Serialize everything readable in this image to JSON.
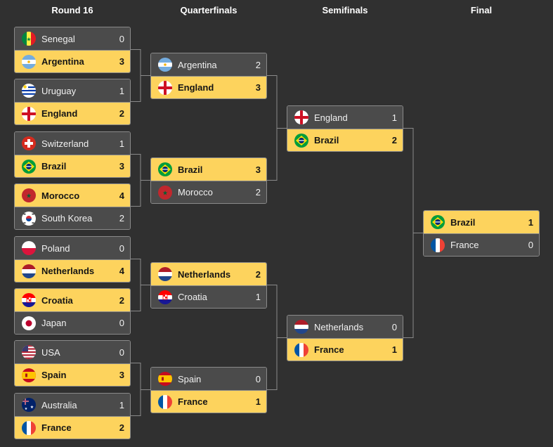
{
  "rounds": [
    "Round 16",
    "Quarterfinals",
    "Semifinals",
    "Final"
  ],
  "colors": {
    "background": "#303030",
    "winner_row": "#fdd35d",
    "loser_row": "#4b4b4b",
    "border": "#8a8a8a"
  },
  "r16": [
    {
      "teams": [
        {
          "name": "Senegal",
          "flag": "senegal",
          "score": "0",
          "win": false
        },
        {
          "name": "Argentina",
          "flag": "argentina",
          "score": "3",
          "win": true
        }
      ]
    },
    {
      "teams": [
        {
          "name": "Uruguay",
          "flag": "uruguay",
          "score": "1",
          "win": false
        },
        {
          "name": "England",
          "flag": "england",
          "score": "2",
          "win": true
        }
      ]
    },
    {
      "teams": [
        {
          "name": "Switzerland",
          "flag": "switzerland",
          "score": "1",
          "win": false
        },
        {
          "name": "Brazil",
          "flag": "brazil",
          "score": "3",
          "win": true
        }
      ]
    },
    {
      "teams": [
        {
          "name": "Morocco",
          "flag": "morocco",
          "score": "4",
          "win": true
        },
        {
          "name": "South Korea",
          "flag": "south-korea",
          "score": "2",
          "win": false
        }
      ]
    },
    {
      "teams": [
        {
          "name": "Poland",
          "flag": "poland",
          "score": "0",
          "win": false
        },
        {
          "name": "Netherlands",
          "flag": "netherlands",
          "score": "4",
          "win": true
        }
      ]
    },
    {
      "teams": [
        {
          "name": "Croatia",
          "flag": "croatia",
          "score": "2",
          "win": true
        },
        {
          "name": "Japan",
          "flag": "japan",
          "score": "0",
          "win": false
        }
      ]
    },
    {
      "teams": [
        {
          "name": "USA",
          "flag": "usa",
          "score": "0",
          "win": false
        },
        {
          "name": "Spain",
          "flag": "spain",
          "score": "3",
          "win": true
        }
      ]
    },
    {
      "teams": [
        {
          "name": "Australia",
          "flag": "australia",
          "score": "1",
          "win": false
        },
        {
          "name": "France",
          "flag": "france",
          "score": "2",
          "win": true
        }
      ]
    }
  ],
  "qf": [
    {
      "teams": [
        {
          "name": "Argentina",
          "flag": "argentina",
          "score": "2",
          "win": false
        },
        {
          "name": "England",
          "flag": "england",
          "score": "3",
          "win": true
        }
      ]
    },
    {
      "teams": [
        {
          "name": "Brazil",
          "flag": "brazil",
          "score": "3",
          "win": true
        },
        {
          "name": "Morocco",
          "flag": "morocco",
          "score": "2",
          "win": false
        }
      ]
    },
    {
      "teams": [
        {
          "name": "Netherlands",
          "flag": "netherlands",
          "score": "2",
          "win": true
        },
        {
          "name": "Croatia",
          "flag": "croatia",
          "score": "1",
          "win": false
        }
      ]
    },
    {
      "teams": [
        {
          "name": "Spain",
          "flag": "spain",
          "score": "0",
          "win": false
        },
        {
          "name": "France",
          "flag": "france",
          "score": "1",
          "win": true
        }
      ]
    }
  ],
  "sf": [
    {
      "teams": [
        {
          "name": "England",
          "flag": "england",
          "score": "1",
          "win": false
        },
        {
          "name": "Brazil",
          "flag": "brazil",
          "score": "2",
          "win": true
        }
      ]
    },
    {
      "teams": [
        {
          "name": "Netherlands",
          "flag": "netherlands",
          "score": "0",
          "win": false
        },
        {
          "name": "France",
          "flag": "france",
          "score": "1",
          "win": true
        }
      ]
    }
  ],
  "final": [
    {
      "teams": [
        {
          "name": "Brazil",
          "flag": "brazil",
          "score": "1",
          "win": true
        },
        {
          "name": "France",
          "flag": "france",
          "score": "0",
          "win": false
        }
      ]
    }
  ]
}
